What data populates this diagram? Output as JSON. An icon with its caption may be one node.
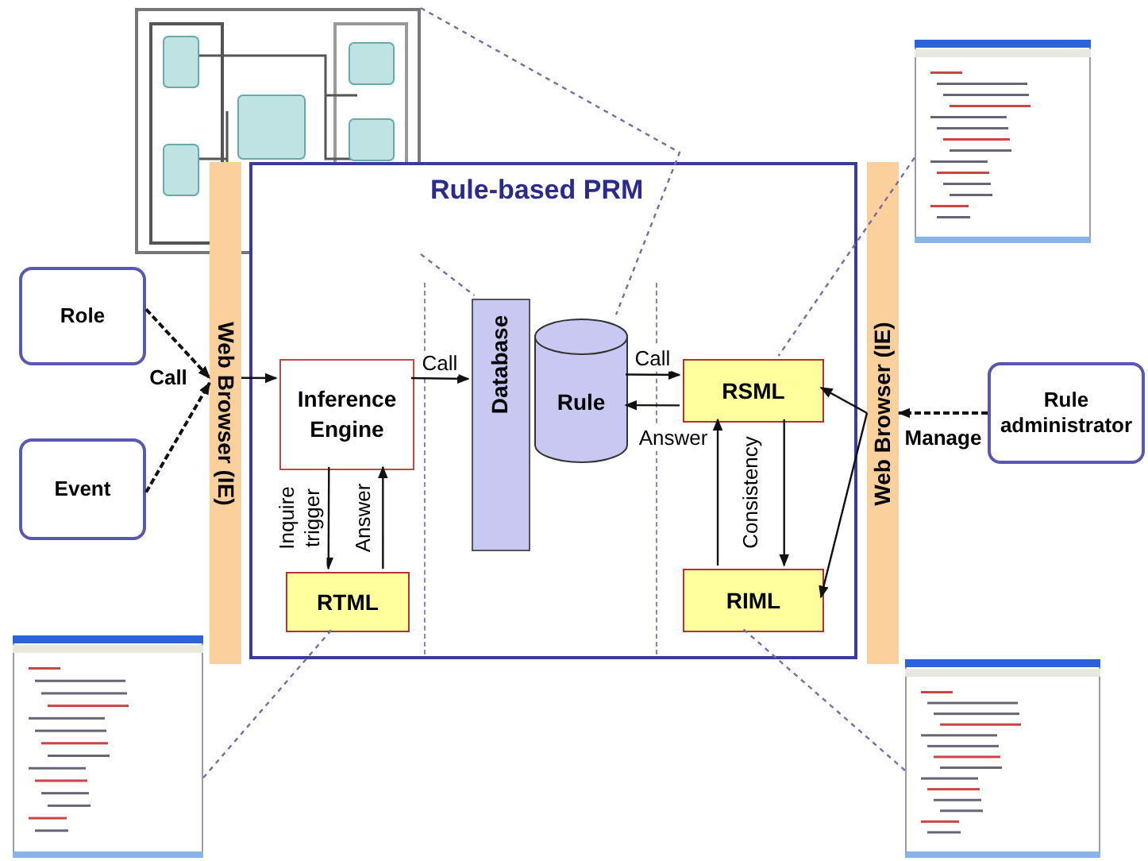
{
  "diagram": {
    "nodes": [
      {
        "text": [
          "Rule-based PRM"
        ]
      },
      {
        "text": [
          "Role"
        ]
      },
      {
        "text": [
          "Event"
        ]
      },
      {
        "text": [
          "Web Browser (IE)"
        ]
      },
      {
        "text": [
          "Inference Engine"
        ],
        "in": 0
      },
      {
        "text": [
          "Database"
        ],
        "in": 0
      },
      {
        "text": [
          "Rule"
        ],
        "in": 0
      },
      {
        "text": [
          "RSML"
        ],
        "in": 0
      },
      {
        "text": [
          "RTML"
        ],
        "in": 0
      },
      {
        "text": [
          "RIML"
        ],
        "in": 0
      },
      {
        "text": [
          "Web Browser (IE)"
        ]
      },
      {
        "text": [
          "Rule administrator"
        ]
      },
      {
        "text": [],
        "shape": "picture"
      },
      {
        "text": [],
        "shape": "picture"
      },
      {
        "text": [],
        "shape": "picture"
      },
      {
        "text": [],
        "shape": "picture"
      }
    ],
    "edges": [
      {
        "from": 1,
        "to": 3,
        "arrow": "to",
        "label": "Call",
        "style": "dashed"
      },
      {
        "from": 2,
        "to": 3,
        "arrow": "to",
        "style": "dashed"
      },
      {
        "from": 3,
        "to": 4,
        "arrow": "to"
      },
      {
        "from": 4,
        "to": 5,
        "arrow": "to",
        "label": "Call"
      },
      {
        "from": 4,
        "to": 8,
        "arrow": "to",
        "label": "Inquire trigger"
      },
      {
        "from": 8,
        "to": 4,
        "arrow": "to",
        "label": "Answer"
      },
      {
        "from": 6,
        "to": 7,
        "arrow": "to",
        "label": "Call"
      },
      {
        "from": 7,
        "to": 6,
        "arrow": "to",
        "label": "Answer"
      },
      {
        "from": 7,
        "to": 9,
        "arrow": "to"
      },
      {
        "from": 9,
        "to": 7,
        "arrow": "to",
        "label": "Consistency"
      },
      {
        "from": 10,
        "to": 7,
        "arrow": "to"
      },
      {
        "from": 10,
        "to": 9,
        "arrow": "to"
      },
      {
        "from": 11,
        "to": 10,
        "arrow": "to",
        "label": "Manage",
        "style": "dashed"
      },
      {
        "from": 12,
        "to": 5,
        "arrow": "none",
        "style": "dashed",
        "color": "#7070a8"
      },
      {
        "from": 12,
        "to": 6,
        "arrow": "none",
        "style": "dashed",
        "color": "#7070a8"
      },
      {
        "from": 13,
        "to": 7,
        "arrow": "none",
        "style": "dashed",
        "color": "#7070a8"
      },
      {
        "from": 14,
        "to": 8,
        "arrow": "none",
        "style": "dashed",
        "color": "#7070a8"
      },
      {
        "from": 15,
        "to": 9,
        "arrow": "none",
        "style": "dashed",
        "color": "#7070a8"
      }
    ]
  }
}
